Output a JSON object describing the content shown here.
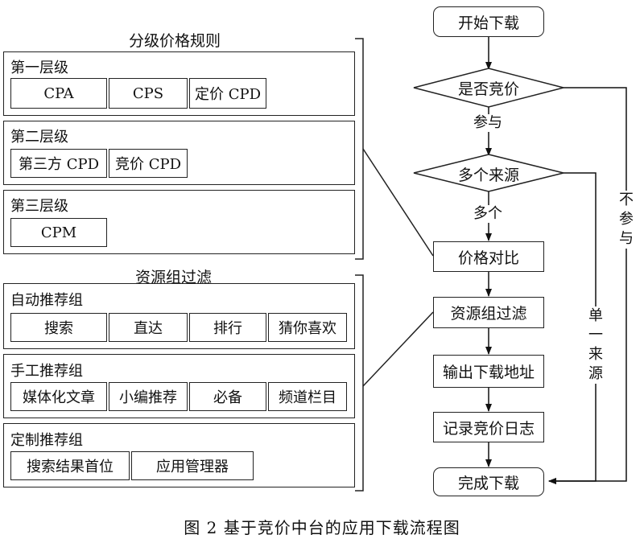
{
  "pricing_rules": {
    "title": "分级价格规则",
    "tiers": [
      {
        "label": "第一层级",
        "items": [
          "CPA",
          "CPS",
          "定价 CPD"
        ]
      },
      {
        "label": "第二层级",
        "items": [
          "第三方 CPD",
          "竞价 CPD"
        ]
      },
      {
        "label": "第三层级",
        "items": [
          "CPM"
        ]
      }
    ]
  },
  "resource_filter": {
    "title": "资源组过滤",
    "groups": [
      {
        "label": "自动推荐组",
        "items": [
          "搜索",
          "直达",
          "排行",
          "猜你喜欢"
        ]
      },
      {
        "label": "手工推荐组",
        "items": [
          "媒体化文章",
          "小编推荐",
          "必备",
          "频道栏目"
        ]
      },
      {
        "label": "定制推荐组",
        "items": [
          "搜索结果首位",
          "应用管理器"
        ]
      }
    ]
  },
  "flow": {
    "start": "开始下载",
    "decision_bid": "是否竞价",
    "participate": "参与",
    "decision_sources": "多个来源",
    "multiple": "多个",
    "price_compare": "价格对比",
    "resource_filter": "资源组过滤",
    "output_url": "输出下载地址",
    "record_log": "记录竞价日志",
    "finish": "完成下载",
    "single_source_chars": [
      "单",
      "一",
      "来",
      "源"
    ],
    "not_participate_chars": [
      "不",
      "参",
      "与"
    ]
  },
  "caption": "图 2   基于竞价中台的应用下载流程图"
}
